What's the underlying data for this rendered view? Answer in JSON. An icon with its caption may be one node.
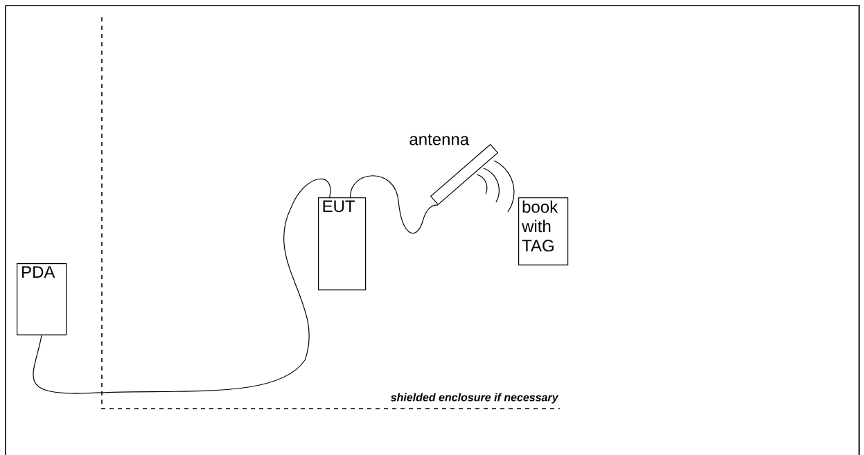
{
  "diagram": {
    "nodes": [
      {
        "text": [
          "PDA"
        ]
      },
      {
        "text": [
          "EUT"
        ]
      },
      {
        "text": [
          "antenna"
        ]
      },
      {
        "text": [
          "book with TAG"
        ]
      }
    ],
    "edges": [
      {
        "from": 0,
        "to": 1,
        "arrow": "none"
      },
      {
        "from": 1,
        "to": 2,
        "arrow": "none"
      }
    ],
    "labels": [
      "shielded enclosure if necessary"
    ]
  }
}
